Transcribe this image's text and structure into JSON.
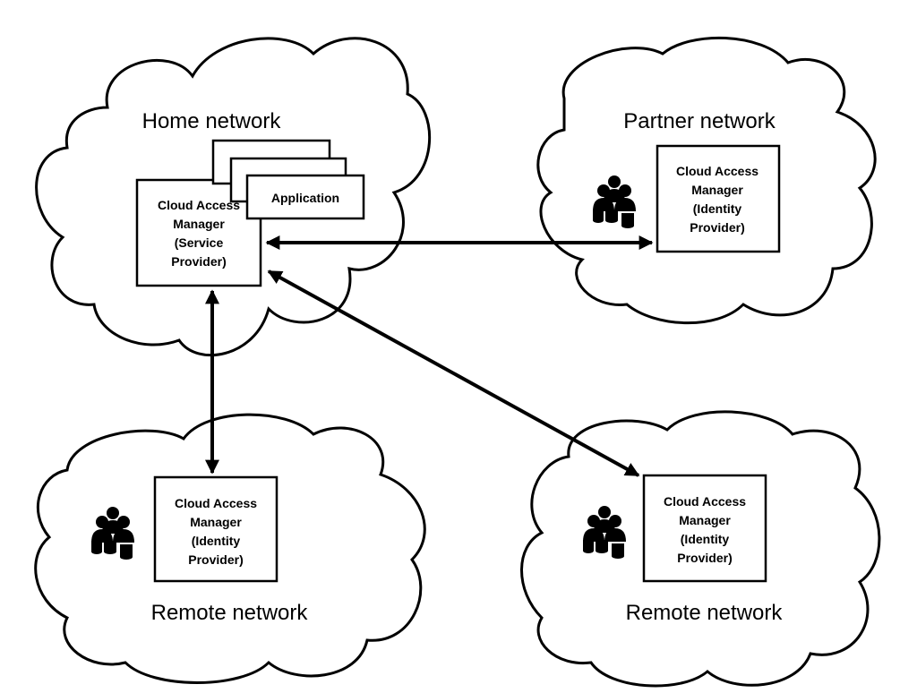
{
  "home": {
    "title": "Home network",
    "application_label": "Application",
    "cam": [
      "Cloud Access",
      "Manager",
      "(Service",
      "Provider)"
    ]
  },
  "partner": {
    "title": "Partner network",
    "cam": [
      "Cloud Access",
      "Manager",
      "(Identity",
      "Provider)"
    ]
  },
  "remote_left": {
    "title": "Remote network",
    "cam": [
      "Cloud Access",
      "Manager",
      "(Identity",
      "Provider)"
    ]
  },
  "remote_right": {
    "title": "Remote network",
    "cam": [
      "Cloud Access",
      "Manager",
      "(Identity",
      "Provider)"
    ]
  },
  "icons": {
    "users": "users-group-icon"
  },
  "colors": {
    "stroke": "#000000",
    "background": "#ffffff"
  }
}
